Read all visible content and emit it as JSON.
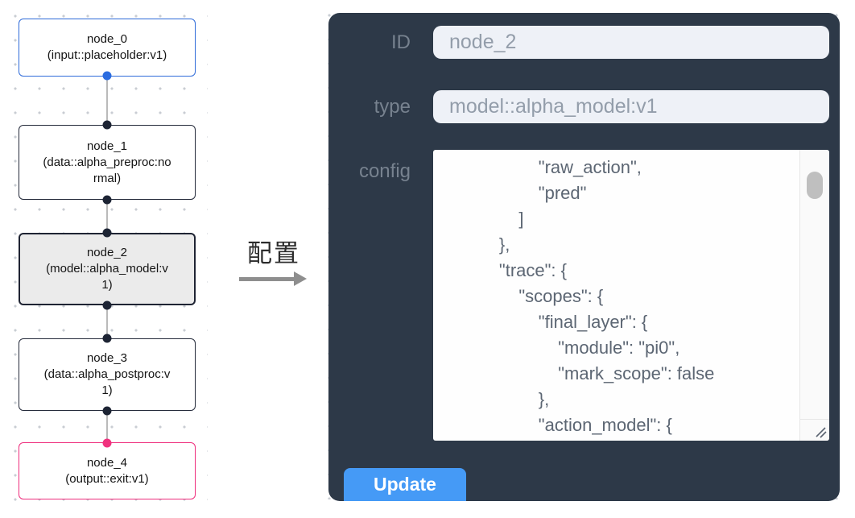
{
  "flow": {
    "nodes": [
      {
        "title": "node_0",
        "subtitle": "(input::placeholder:v1)"
      },
      {
        "title": "node_1",
        "subtitle": "(data::alpha_preproc:normal)"
      },
      {
        "title": "node_2",
        "subtitle": "(model::alpha_model:v1)"
      },
      {
        "title": "node_3",
        "subtitle": "(data::alpha_postproc:v1)"
      },
      {
        "title": "node_4",
        "subtitle": "(output::exit:v1)"
      }
    ]
  },
  "transfer": {
    "label": "配置"
  },
  "panel": {
    "id_label": "ID",
    "id_value": "node_2",
    "type_label": "type",
    "type_value": "model::alpha_model:v1",
    "config_label": "config",
    "config_text": "                \"raw_action\",\n                \"pred\"\n            ]\n        },\n        \"trace\": {\n            \"scopes\": {\n                \"final_layer\": {\n                    \"module\": \"pi0\",\n                    \"mark_scope\": false\n                },\n                \"action_model\": {",
    "update_label": "Update"
  },
  "colors": {
    "panel_bg": "#2d3948",
    "accent_blue": "#459af6",
    "input_node_border": "#2f6bd9",
    "output_node_border": "#ee2d7c",
    "selected_node_bg": "#ebebeb",
    "handle_dark": "#1d2434",
    "handle_blue": "#2b6ce0",
    "handle_pink": "#f0327e",
    "edge_gray": "#bababa"
  }
}
